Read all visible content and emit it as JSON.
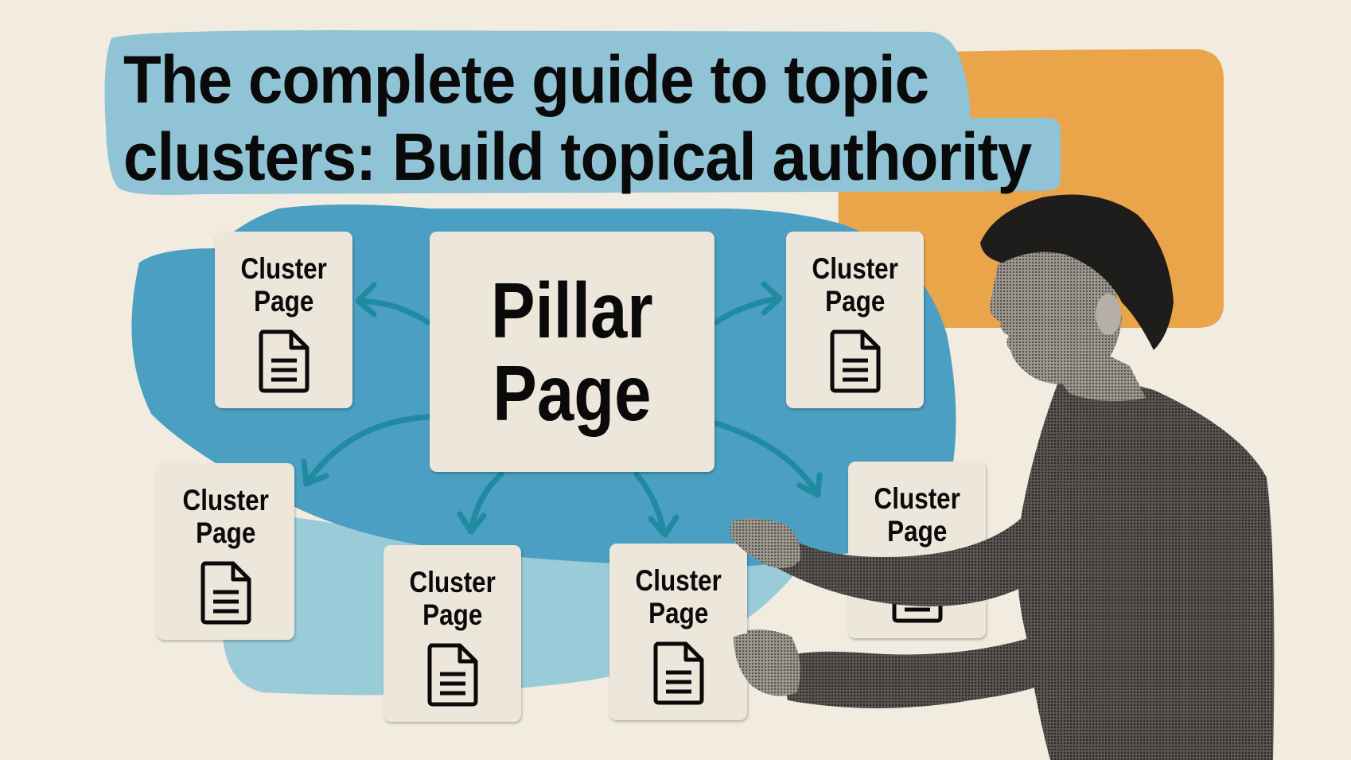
{
  "title": {
    "line1": "The complete guide to topic",
    "line2": "clusters: Build topical authority"
  },
  "pillar": {
    "line1": "Pillar",
    "line2": "Page"
  },
  "cluster_cards": [
    {
      "line1": "Cluster",
      "line2": "Page",
      "icon": "document-icon",
      "position": "top-left"
    },
    {
      "line1": "Cluster",
      "line2": "Page",
      "icon": "document-icon",
      "position": "top-right"
    },
    {
      "line1": "Cluster",
      "line2": "Page",
      "icon": "document-icon",
      "position": "middle-left"
    },
    {
      "line1": "Cluster",
      "line2": "Page",
      "icon": "document-icon",
      "position": "bottom-left"
    },
    {
      "line1": "Cluster",
      "line2": "Page",
      "icon": "document-icon",
      "position": "bottom-center"
    },
    {
      "line1": "Cluster",
      "line2": "Page",
      "icon": "document-icon",
      "position": "middle-right"
    }
  ],
  "illustration": {
    "subject": "man in profile arranging cluster page cards",
    "style": "halftone collage"
  },
  "colors": {
    "background": "#f1ebe0",
    "title_blob": "#8fc3d5",
    "diagram_blob": "#4a9fc2",
    "light_blob": "#99cbd8",
    "accent_orange": "#eaa54a",
    "arrow": "#1f8aa0",
    "card": "#ece6db",
    "text": "#0a0a0a"
  }
}
